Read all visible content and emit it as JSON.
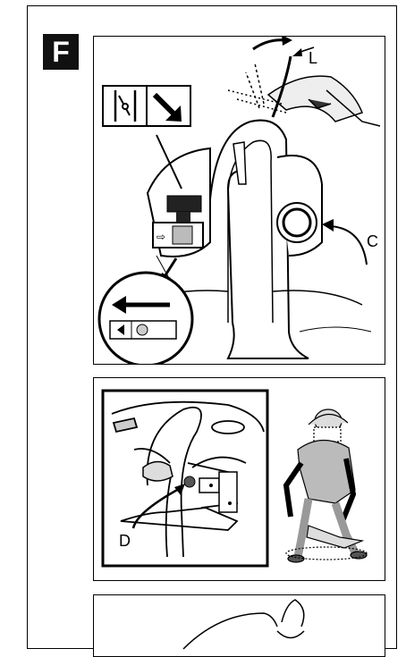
{
  "section": {
    "letter": "F"
  },
  "panel1": {
    "label_l": "L",
    "label_c": "C"
  },
  "panel2": {
    "label_d": "D"
  }
}
